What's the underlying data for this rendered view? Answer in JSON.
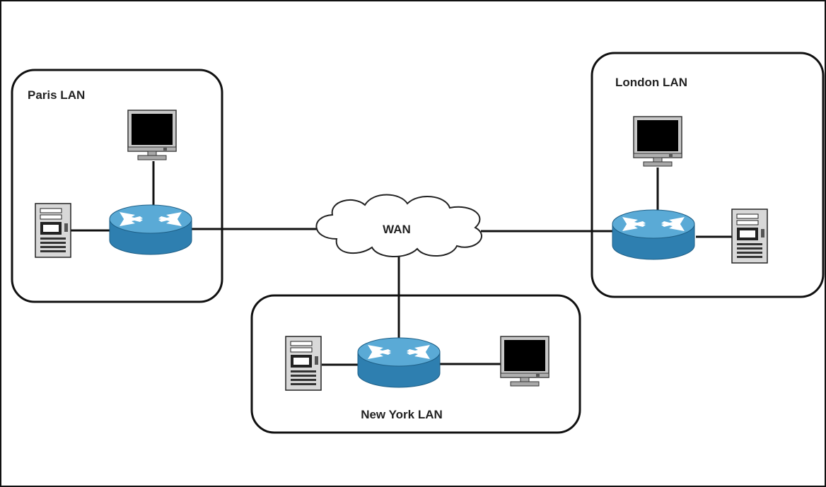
{
  "lans": {
    "paris": {
      "label": "Paris LAN"
    },
    "london": {
      "label": "London LAN"
    },
    "newyork": {
      "label": "New York LAN"
    }
  },
  "wan": {
    "label": "WAN"
  },
  "devices": {
    "paris": [
      "router",
      "monitor",
      "server"
    ],
    "london": [
      "router",
      "monitor",
      "server"
    ],
    "newyork": [
      "router",
      "monitor",
      "server"
    ]
  },
  "links": [
    [
      "paris-router",
      "wan"
    ],
    [
      "london-router",
      "wan"
    ],
    [
      "newyork-router",
      "wan"
    ],
    [
      "paris-router",
      "paris-monitor"
    ],
    [
      "paris-router",
      "paris-server"
    ],
    [
      "london-router",
      "london-monitor"
    ],
    [
      "london-router",
      "london-server"
    ],
    [
      "newyork-router",
      "newyork-monitor"
    ],
    [
      "newyork-router",
      "newyork-server"
    ]
  ],
  "colors": {
    "router_top": "#5aaad6",
    "router_side": "#2e7fb0",
    "link": "#111111",
    "frame": "#111111",
    "cloud_fill": "#ffffff"
  }
}
